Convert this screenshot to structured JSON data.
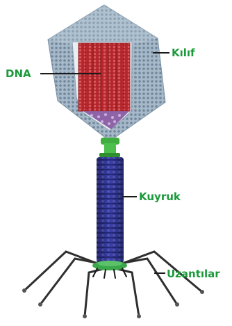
{
  "labels": {
    "dna": "DNA",
    "kilif": "Kılıf",
    "kuyruk": "Kuyruk",
    "uzantilar": "Uzantılar"
  },
  "colors": {
    "label_text": "#1a9a3a",
    "capsid": "#9fb3c4",
    "capsid_dot": "#6f879c",
    "dna": "#b3262c",
    "dna_light": "#d04a4e",
    "collar": "#3fae3f",
    "tail": "#3a3fa6",
    "tail_ring": "#2a2e86",
    "leg": "#2f2f2f",
    "baseplate": "#3aa84a",
    "pointer": "#1a1a1a"
  }
}
